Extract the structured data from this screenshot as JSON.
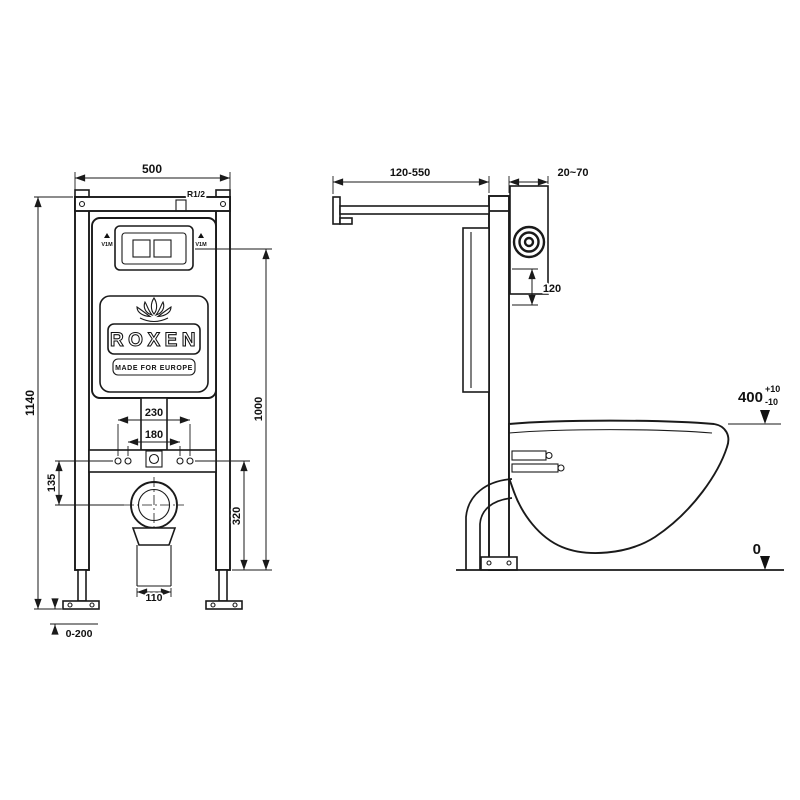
{
  "drawing": {
    "front": {
      "dim_width": "500",
      "dim_height": "1140",
      "dim_bolt_outer": "230",
      "dim_bolt_inner": "180",
      "dim_bracket": "135",
      "dim_outlet": "320",
      "dim_panel": "1000",
      "dim_leg_gap": "110",
      "dim_leg_adjust": "0-200",
      "label_inlet": "R1/2",
      "brand": "ROXEN",
      "slogan": "MADE FOR EUROPE",
      "mark_left": "V1M",
      "mark_right": "V1M"
    },
    "side": {
      "dim_arm": "120-550",
      "dim_wall": "20~70",
      "dim_depth": "120",
      "dim_bowl_height": "400",
      "tol_plus": "+10",
      "tol_minus": "-10",
      "datum_floor": "0"
    },
    "colors": {
      "line": "#1a1a1a",
      "background": "#ffffff"
    }
  }
}
